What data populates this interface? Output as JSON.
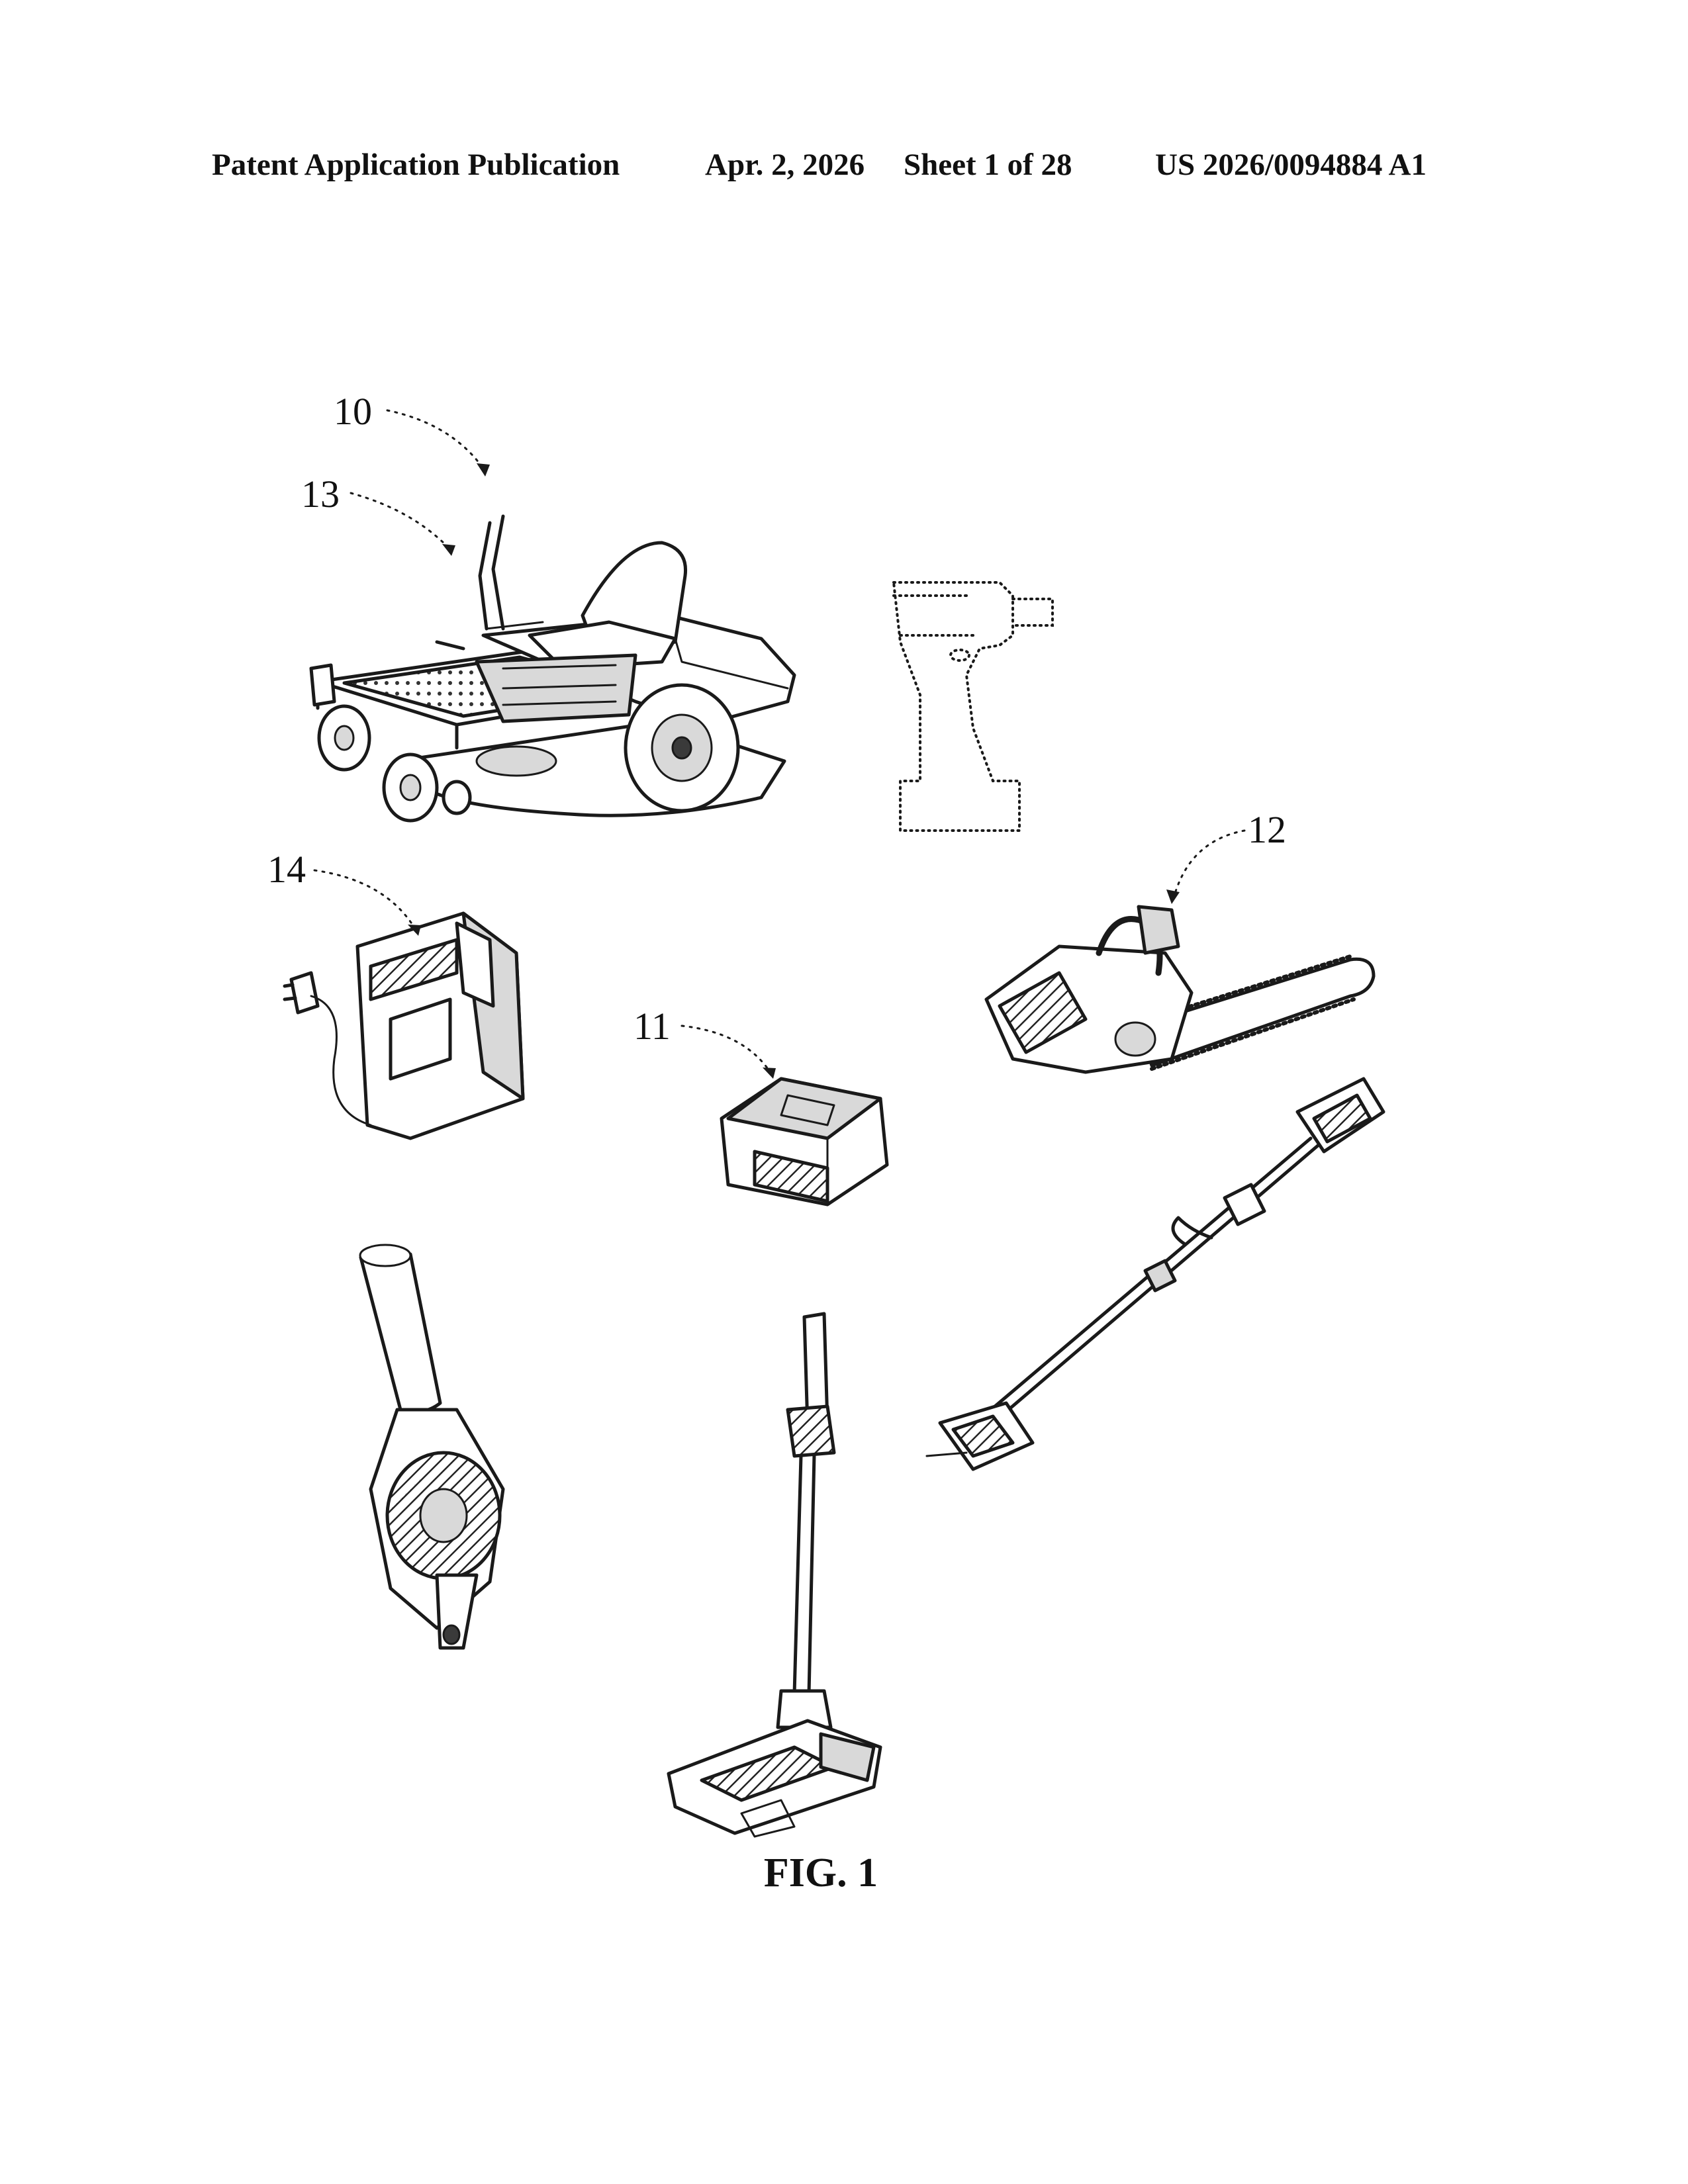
{
  "header": {
    "publication": "Patent Application Publication",
    "date": "Apr. 2, 2026",
    "sheet": "Sheet 1 of 28",
    "number": "US 2026/0094884 A1"
  },
  "figure": {
    "caption": "FIG. 1",
    "reference_numerals": {
      "mower": "10",
      "mower_body": "13",
      "charger": "14",
      "battery_pack": "11",
      "chainsaw": "12"
    },
    "components": [
      "riding-mower",
      "impact-driver",
      "charger",
      "battery-pack",
      "chainsaw",
      "string-trimmer",
      "leaf-blower",
      "stick-vacuum"
    ]
  }
}
